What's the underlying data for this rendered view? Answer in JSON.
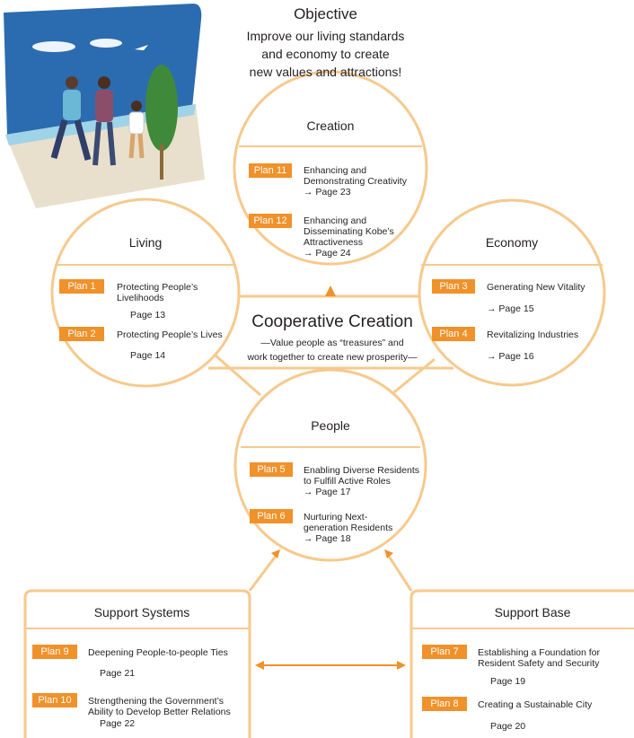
{
  "objective": {
    "title": "Objective",
    "lines": [
      "Improve our living standards",
      "and economy to create",
      "new values and attractions!"
    ]
  },
  "cooperative": {
    "title": "Cooperative Creation",
    "sub1": "—Value people as “treasures” and",
    "sub2": "work together to create new prosperity—"
  },
  "creation": {
    "title": "Creation",
    "plans": [
      {
        "tag": "Plan 11",
        "lines": [
          "Enhancing and",
          "Demonstrating Creativity"
        ],
        "page": "→ Page 23"
      },
      {
        "tag": "Plan 12",
        "lines": [
          "Enhancing and",
          "Disseminating Kobe’s",
          "Attractiveness"
        ],
        "page": "→ Page 24"
      }
    ]
  },
  "living": {
    "title": "Living",
    "plans": [
      {
        "tag": "Plan 1",
        "lines": [
          "Protecting People’s",
          "Livelihoods"
        ],
        "page": "Page 13"
      },
      {
        "tag": "Plan 2",
        "lines": [
          "Protecting People’s Lives"
        ],
        "page": "Page 14"
      }
    ]
  },
  "economy": {
    "title": "Economy",
    "plans": [
      {
        "tag": "Plan 3",
        "lines": [
          "Generating New Vitality"
        ],
        "page": "→ Page 15"
      },
      {
        "tag": "Plan 4",
        "lines": [
          "Revitalizing Industries"
        ],
        "page": "→ Page 16"
      }
    ]
  },
  "people": {
    "title": "People",
    "plans": [
      {
        "tag": "Plan 5",
        "lines": [
          "Enabling Diverse Residents",
          "to Fulfill Active Roles"
        ],
        "page": "→ Page 17"
      },
      {
        "tag": "Plan 6",
        "lines": [
          "Nurturing Next-",
          "generation Residents"
        ],
        "page": "→ Page 18"
      }
    ]
  },
  "support_systems": {
    "title": "Support Systems",
    "plans": [
      {
        "tag": "Plan 9",
        "lines": [
          "Deepening People-to-people Ties"
        ],
        "page": "Page 21"
      },
      {
        "tag": "Plan 10",
        "lines": [
          "Strengthening the Government’s",
          "Ability to Develop Better Relations"
        ],
        "page": "Page 22"
      }
    ]
  },
  "support_base": {
    "title": "Support Base",
    "plans": [
      {
        "tag": "Plan 7",
        "lines": [
          "Establishing a Foundation for",
          "Resident Safety and Security"
        ],
        "page": "Page 19"
      },
      {
        "tag": "Plan 8",
        "lines": [
          "Creating a Sustainable City"
        ],
        "page": "Page 20"
      }
    ]
  },
  "colors": {
    "accent": "#f0912a",
    "line": "#f7c98c",
    "sky": "#2b6cb0"
  }
}
